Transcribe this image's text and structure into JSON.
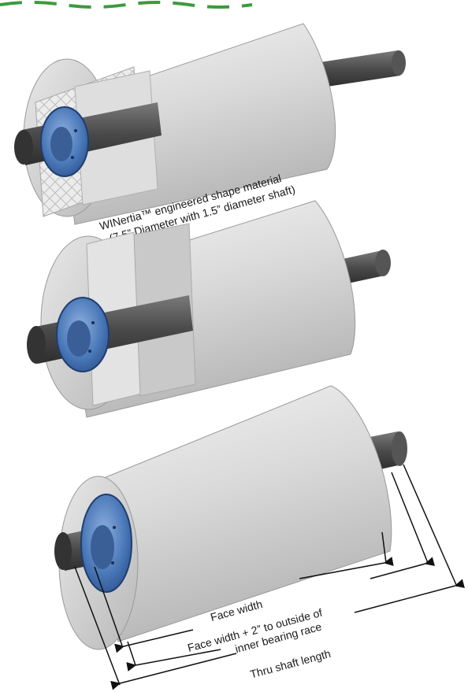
{
  "diagram": {
    "top_roller": {
      "caption_line1": "WINertia™ engineered shape material",
      "caption_line2": "(7.5” Diameter with 1.5” diameter shaft)"
    },
    "bottom_roller": {
      "dimensions": {
        "face_width": "Face width",
        "bearing_line1": "Face width + 2” to outside of",
        "bearing_line2": "inner bearing race",
        "thru_shaft": "Thru shaft length"
      }
    },
    "colors": {
      "shell": "#d6d6d6",
      "shaft": "#4e4e4e",
      "bearing": "#4a78b8",
      "green_band": "#3c9a3c",
      "dimension_line": "#111111"
    }
  }
}
